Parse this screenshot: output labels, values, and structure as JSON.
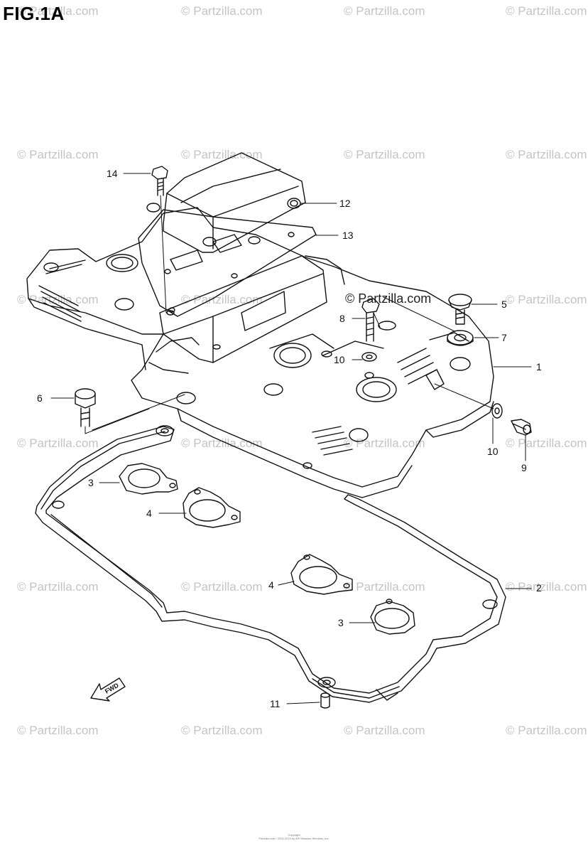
{
  "figure": {
    "title": "FIG.1A"
  },
  "watermark": {
    "text": "© Partzilla.com"
  },
  "callouts": {
    "c1": "1",
    "c2": "2",
    "c3a": "3",
    "c3b": "3",
    "c4a": "4",
    "c4b": "4",
    "c5": "5",
    "c6": "6",
    "c7": "7",
    "c8": "8",
    "c9": "9",
    "c10a": "10",
    "c10b": "10",
    "c11": "11",
    "c12": "12",
    "c13": "13",
    "c14": "14"
  },
  "fwd_label": "FWD",
  "footer": {
    "line1": "Copyright",
    "line2": "Partzilla.com / 2004-2019 by ARI Network Services, Inc."
  }
}
